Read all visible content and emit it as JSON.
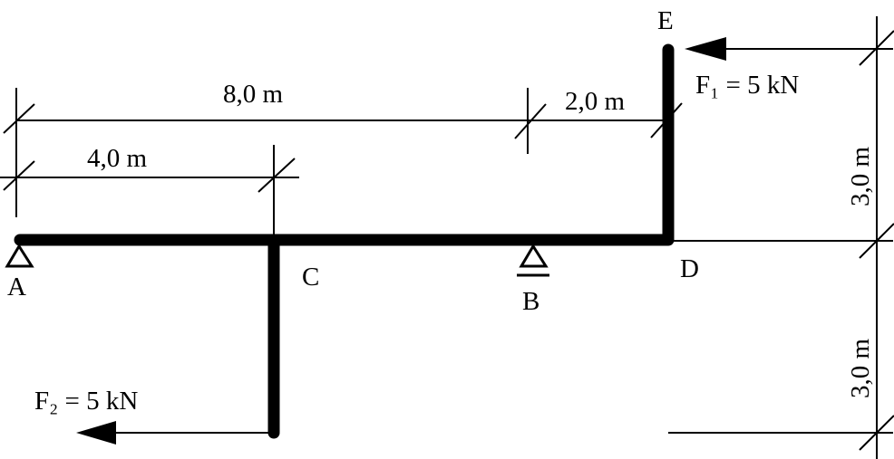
{
  "points": {
    "A": "A",
    "B": "B",
    "C": "C",
    "D": "D",
    "E": "E"
  },
  "dimensions": {
    "ab_span": "8,0 m",
    "ac_span": "4,0 m",
    "bd_span": "2,0 m",
    "de_height": "3,0 m",
    "c_column_height": "3,0 m"
  },
  "loads": {
    "f1": "F₁ = 5 kN",
    "f2": "F₂ = 5 kN"
  },
  "colors": {
    "ink": "#000000",
    "background": "#ffffff"
  }
}
